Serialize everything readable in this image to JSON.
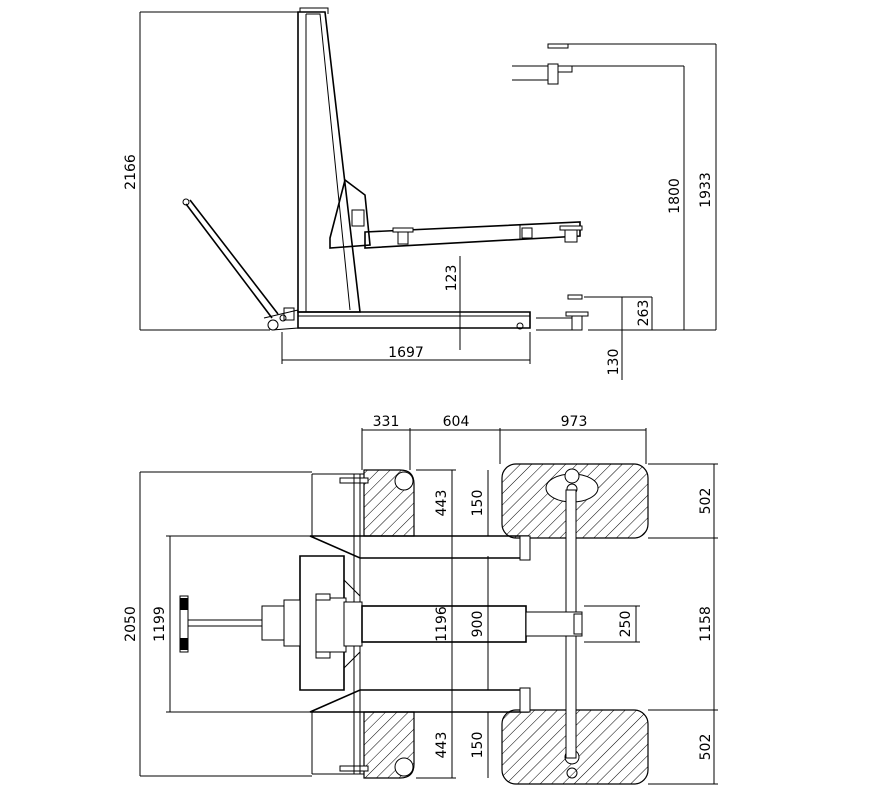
{
  "side_view": {
    "dims": {
      "overall_height": "2166",
      "length": "1697",
      "max_lift_height": "1800",
      "max_pad_height": "1933",
      "base_clearance": "123",
      "min_pad_height": "263",
      "min_height": "130"
    }
  },
  "top_view": {
    "dims": {
      "front_arm_offset": "331",
      "arm_spacing": "604",
      "rear_arm_reach": "973",
      "front_pad_length_top": "443",
      "front_pad_length_bottom": "443",
      "rear_pad_length_top": "502",
      "rear_pad_length_bottom": "502",
      "overall_width": "2050",
      "handle_width": "1199",
      "arm_width": "1196",
      "inner_track": "900",
      "column_width": "250",
      "rear_track": "1158",
      "gap_top": "150",
      "gap_bottom": "150"
    }
  }
}
